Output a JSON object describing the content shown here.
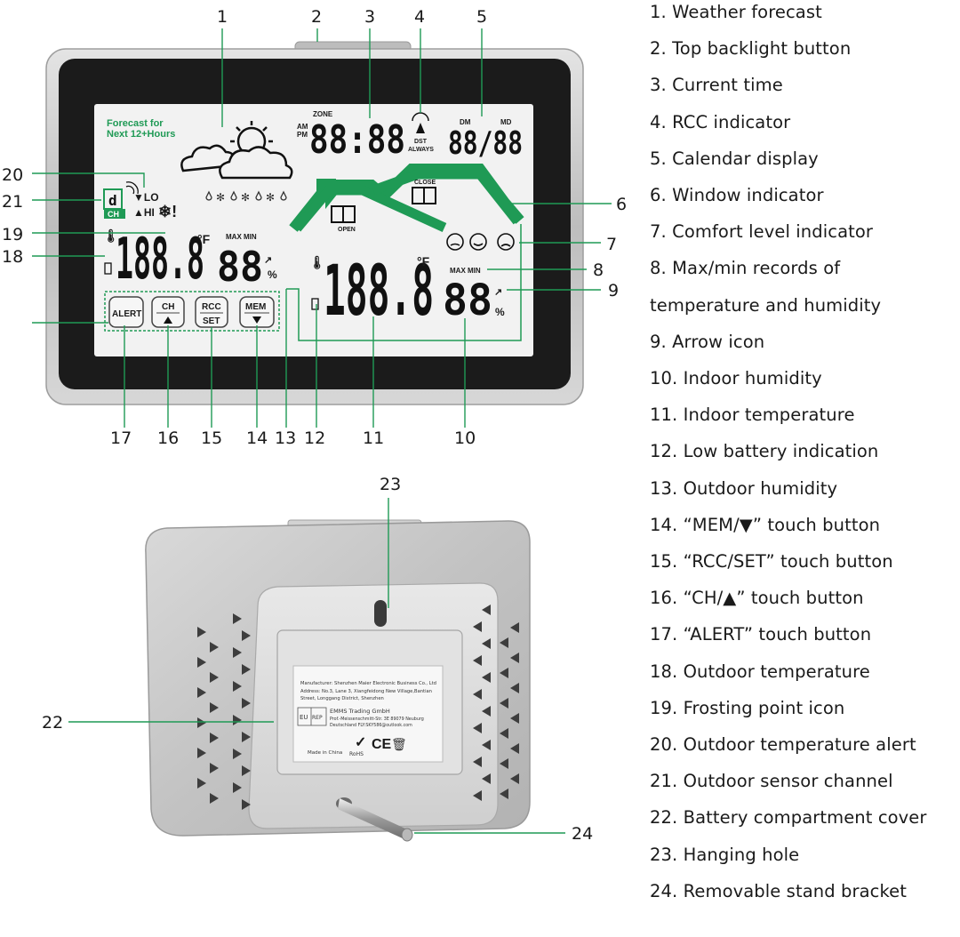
{
  "legend": [
    "1. Weather forecast",
    "2. Top backlight button",
    "3. Current time",
    "4. RCC indicator",
    "5. Calendar display",
    "6. Window indicator",
    "7. Comfort level indicator",
    "8. Max/min records of",
    "temperature and humidity",
    "9. Arrow icon",
    "10. Indoor humidity",
    "11. Indoor temperature",
    "12. Low battery indication",
    "13. Outdoor humidity",
    "14. “MEM/▼” touch button",
    "15. “RCC/SET” touch button",
    "16. “CH/▲” touch button",
    "17. “ALERT” touch button",
    "18. Outdoor temperature",
    "19. Frosting point icon",
    "20. Outdoor temperature alert",
    "21. Outdoor sensor channel",
    "22. Battery compartment cover",
    "23. Hanging hole",
    "24. Removable stand bracket"
  ],
  "callout_numbers": {
    "n1": "1",
    "n2": "2",
    "n3": "3",
    "n4": "4",
    "n5": "5",
    "n6": "6",
    "n7": "7",
    "n8": "8",
    "n9": "9",
    "n10": "10",
    "n11": "11",
    "n12": "12",
    "n13": "13",
    "n14": "14",
    "n15": "15",
    "n16": "16",
    "n17": "17",
    "n18": "18",
    "n19": "19",
    "n20": "20",
    "n21": "21",
    "n22": "22",
    "n23": "23",
    "n24": "24"
  },
  "lcd": {
    "forecast_line1": "Forecast for",
    "forecast_line2": "Next 12+Hours",
    "zone": "ZONE",
    "am": "AM",
    "pm": "PM",
    "time": "88:88",
    "dst": "DST",
    "always": "ALWAYS",
    "dm": "DM",
    "md": "MD",
    "date": "88/88",
    "lo": "▼LO",
    "hi": "▲HI",
    "ch": "CH",
    "close": "CLOSE",
    "open": "OPEN",
    "outdoor_temp": "188.8",
    "outdoor_unit": "°F",
    "outdoor_maxmin": "MAX MIN",
    "outdoor_hum": "88",
    "percent": "%",
    "indoor_temp": "188.8",
    "indoor_unit": "°F",
    "indoor_maxmin": "MAX MIN",
    "indoor_hum": "88",
    "alert_btn": "ALERT",
    "ch_btn": "CH",
    "rcc_btn": "RCC",
    "set_btn": "SET",
    "mem_btn": "MEM"
  },
  "back_label": {
    "manufacturer": "Manufacturer: Shenzhen Maier Electronic Business Co., Ltd",
    "address1": "Address: No.3, Lane 3, Xiangfeidong New Village,Bantian",
    "address2": "Street, Longgang District, Shenzhen",
    "eu": "EU",
    "rep": "REP",
    "company": "EMMS Trading GmbH",
    "comp_addr1": "Prof.-Meissenschmitt-Str. 3E 89079 Neuburg",
    "comp_addr2": "Deutschland FLY:SKY586@outlook.com",
    "made": "Made in China",
    "rohs": "RoHS",
    "ce": "CE"
  },
  "colors": {
    "accent_green": "#1f9a55",
    "frame_black": "#1b1b1b",
    "lcd_bg": "#f2f2f2",
    "silver": "#c9c9c9"
  }
}
